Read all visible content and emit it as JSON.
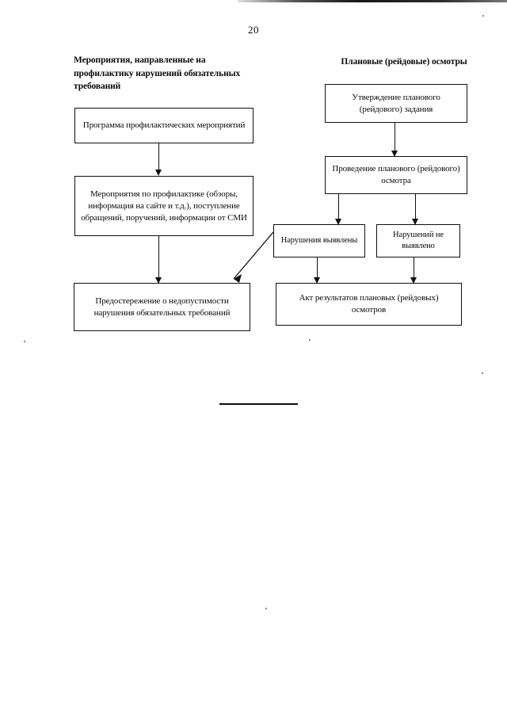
{
  "page": {
    "number": "20",
    "paper_color": "#ffffff",
    "ink_color": "#101010"
  },
  "columns": [
    {
      "id": "left",
      "header": "Мероприятия, направленные на профилактику нарушений обязательных требований"
    },
    {
      "id": "right",
      "header": "Плановые (рейдовые) осмотры"
    }
  ],
  "flowchart": {
    "type": "diagram",
    "nodes": [
      {
        "id": "program",
        "column": "left",
        "text": "Программа профилактических мероприятий"
      },
      {
        "id": "prevention-measures",
        "column": "left",
        "text": "Мероприятия по профилактике (обзоры, информация на сайте и т.д.), поступление обращений, поручений, информации от СМИ"
      },
      {
        "id": "warning",
        "column": "left",
        "text": "Предостережение о недопустимости нарушения обязательных требований"
      },
      {
        "id": "approval",
        "column": "right",
        "text": "Утверждение планового (рейдового) задания"
      },
      {
        "id": "inspection",
        "column": "right",
        "text": "Проведение планового (рейдового) осмотра"
      },
      {
        "id": "violations-found",
        "column": "right",
        "text": "Нарушения выявлены"
      },
      {
        "id": "violations-not-found",
        "column": "right",
        "text": "Нарушений не выявлено"
      },
      {
        "id": "act",
        "column": "right",
        "text": "Акт результатов плановых (рейдовых) осмотров"
      }
    ],
    "edges": [
      {
        "from": "program",
        "to": "prevention-measures",
        "style": "straight-arrow"
      },
      {
        "from": "prevention-measures",
        "to": "warning",
        "style": "straight-arrow"
      },
      {
        "from": "approval",
        "to": "inspection",
        "style": "straight-arrow"
      },
      {
        "from": "inspection",
        "to": "violations-found",
        "style": "straight-arrow"
      },
      {
        "from": "inspection",
        "to": "violations-not-found",
        "style": "straight-arrow"
      },
      {
        "from": "violations-found",
        "to": "act",
        "style": "straight-arrow"
      },
      {
        "from": "violations-not-found",
        "to": "act",
        "style": "straight-arrow"
      },
      {
        "from": "violations-found",
        "to": "warning",
        "style": "diagonal-arrow"
      }
    ]
  }
}
